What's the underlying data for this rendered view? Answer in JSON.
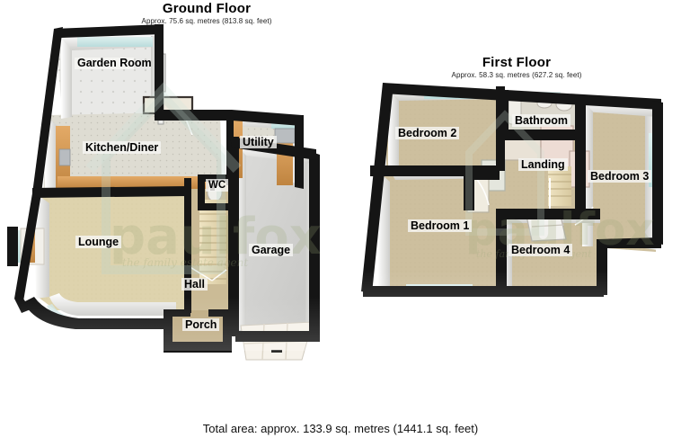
{
  "document": {
    "type": "residential-floor-plan",
    "total_area_text": "Total area: approx. 133.9 sq. metres (1441.1 sq. feet)"
  },
  "brand": {
    "watermark_name": "paulfox",
    "watermark_tagline": "the family estate agent",
    "watermark_color": "#9aa878"
  },
  "floors": [
    {
      "id": "ground",
      "title": "Ground Floor",
      "area_text": "Approx. 75.6 sq. metres (813.8 sq. feet)",
      "area_sq_m": 75.6,
      "area_sq_ft": 813.8,
      "rooms": [
        {
          "name": "Garden Room",
          "label": "Garden Room",
          "floor_color": "#e8e8e6"
        },
        {
          "name": "Kitchen/Diner",
          "label": "Kitchen/Diner",
          "floor_color": "#dedcd2"
        },
        {
          "name": "Utility",
          "label": "Utility",
          "floor_color": "#dedcd2"
        },
        {
          "name": "WC",
          "label": "WC",
          "floor_color": "#d8d6cc"
        },
        {
          "name": "Lounge",
          "label": "Lounge",
          "floor_color": "#ded3ad"
        },
        {
          "name": "Hall",
          "label": "Hall",
          "floor_color": "#c8b894"
        },
        {
          "name": "Porch",
          "label": "Porch",
          "floor_color": "#c0ad84"
        },
        {
          "name": "Garage",
          "label": "Garage",
          "floor_color": "#d2d2d0"
        }
      ]
    },
    {
      "id": "first",
      "title": "First Floor",
      "area_text": "Approx. 58.3 sq. metres (627.2 sq. feet)",
      "area_sq_m": 58.3,
      "area_sq_ft": 627.2,
      "rooms": [
        {
          "name": "Bedroom 2",
          "label": "Bedroom 2",
          "floor_color": "#cdbf9e"
        },
        {
          "name": "Bathroom",
          "label": "Bathroom",
          "floor_color": "#dcd9ce"
        },
        {
          "name": "Landing",
          "label": "Landing",
          "floor_color": "#cdbf9e"
        },
        {
          "name": "Bedroom 3",
          "label": "Bedroom 3",
          "floor_color": "#cdbf9e"
        },
        {
          "name": "Bedroom 1",
          "label": "Bedroom 1",
          "floor_color": "#cdbf9e"
        },
        {
          "name": "Bedroom 4",
          "label": "Bedroom 4",
          "floor_color": "#cdbf9e"
        }
      ]
    }
  ],
  "palette": {
    "wall_dark": "#161616",
    "wall_face": "#f4f4f2",
    "wall_side": "#d9d9d6",
    "background": "#ffffff",
    "window_glass": "#cfe6e6",
    "timber": "#d39a55",
    "label_bg": "#f6f6f4"
  }
}
